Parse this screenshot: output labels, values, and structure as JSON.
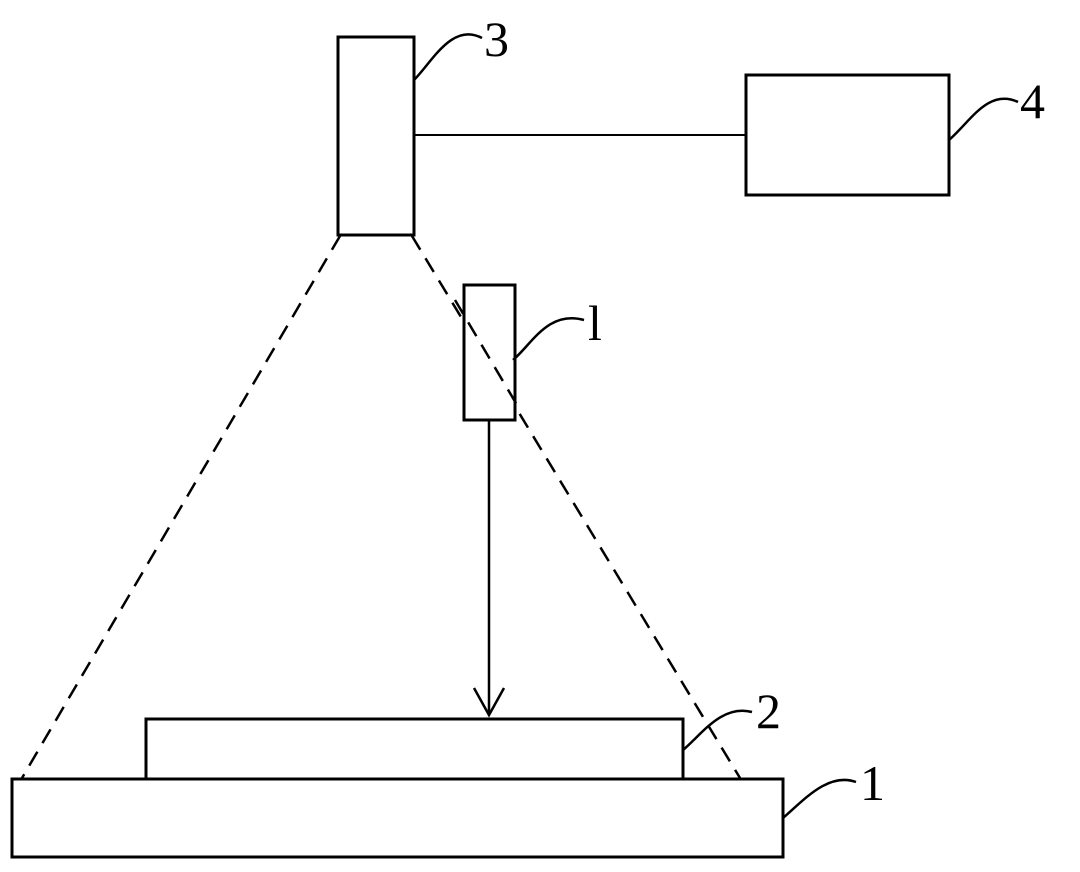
{
  "labels": {
    "stage": "1",
    "substrate": "2",
    "camera": "3",
    "controller": "4",
    "light_source": "l"
  }
}
